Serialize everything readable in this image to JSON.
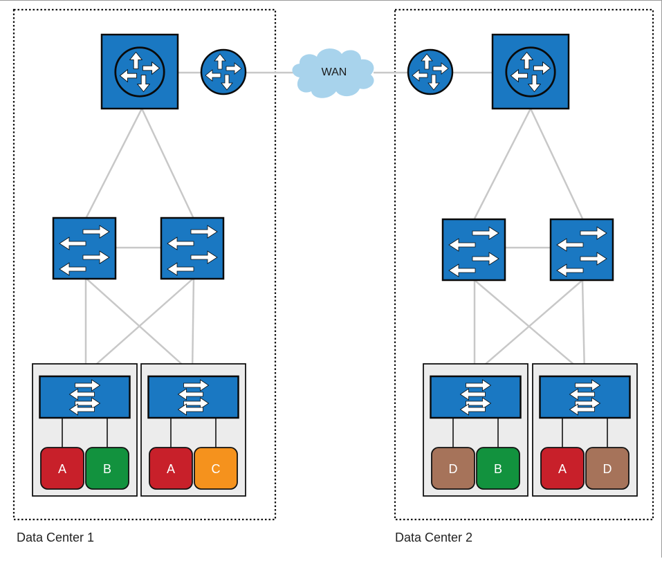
{
  "wan": {
    "label": "WAN"
  },
  "datacenters": [
    {
      "label": "Data Center 1",
      "racks": [
        {
          "vms": [
            {
              "label": "A",
              "color": "#c8202a"
            },
            {
              "label": "B",
              "color": "#12923e"
            }
          ]
        },
        {
          "vms": [
            {
              "label": "A",
              "color": "#c8202a"
            },
            {
              "label": "C",
              "color": "#f5921d"
            }
          ]
        }
      ]
    },
    {
      "label": "Data Center 2",
      "racks": [
        {
          "vms": [
            {
              "label": "D",
              "color": "#a6735a"
            },
            {
              "label": "B",
              "color": "#12923e"
            }
          ]
        },
        {
          "vms": [
            {
              "label": "A",
              "color": "#c8202a"
            },
            {
              "label": "D",
              "color": "#a6735a"
            }
          ]
        }
      ]
    }
  ],
  "colors": {
    "device_blue": "#1a78c2",
    "cloud": "#a8d3ec",
    "link": "#c8c8c8",
    "rack_bg": "#ececec"
  }
}
